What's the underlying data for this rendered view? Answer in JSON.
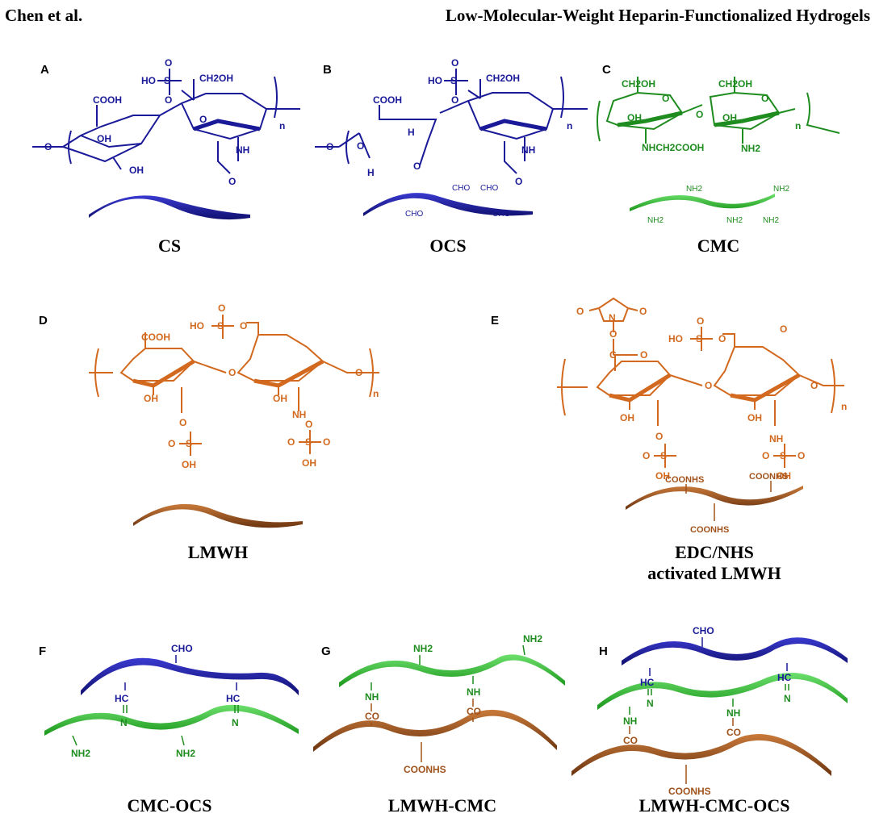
{
  "header": {
    "left": "Chen et al.",
    "right": "Low-Molecular-Weight Heparin-Functionalized Hydrogels"
  },
  "colors": {
    "blue": "#1a1a99",
    "green": "#1e8c1e",
    "lightgreen": "#3cc43c",
    "orange": "#d2691e",
    "brown": "#a0521b"
  },
  "panels": {
    "A": {
      "label": "A",
      "caption": "CS",
      "groups": [
        "COOH",
        "HO",
        "S",
        "O",
        "O",
        "CH2OH",
        "OH",
        "OH",
        "O",
        "NH",
        "O",
        "n",
        "O"
      ]
    },
    "B": {
      "label": "B",
      "caption": "OCS",
      "ribbon_groups": [
        "CHO",
        "CHO",
        "CHO",
        "CHO"
      ],
      "groups": [
        "COOH",
        "HO",
        "S",
        "O",
        "O",
        "CH2OH",
        "H",
        "O",
        "H",
        "O",
        "NH",
        "O",
        "n",
        "O"
      ]
    },
    "C": {
      "label": "C",
      "caption": "CMC",
      "ribbon_groups": [
        "NH2",
        "NH2",
        "NH2",
        "NH2",
        "NH2"
      ],
      "groups": [
        "CH2OH",
        "CH2OH",
        "OH",
        "OH",
        "NHCH2COOH",
        "NH2",
        "O",
        "O",
        "O",
        "n"
      ]
    },
    "D": {
      "label": "D",
      "caption": "LMWH",
      "groups": [
        "COOH",
        "HO",
        "S",
        "O",
        "O",
        "OH",
        "O",
        "O",
        "S",
        "O",
        "OH",
        "OH",
        "NH",
        "O",
        "S",
        "O",
        "OH",
        "O",
        "O",
        "n"
      ]
    },
    "E": {
      "label": "E",
      "caption_line1": "EDC/NHS",
      "caption_line2": "activated LMWH",
      "ribbon_groups": [
        "COONHS",
        "COONHS",
        "COONHS"
      ],
      "groups": [
        "O",
        "N",
        "O",
        "O",
        "C",
        "O",
        "HO",
        "S",
        "O",
        "O",
        "OH",
        "O",
        "O",
        "S",
        "O",
        "OH",
        "OH",
        "NH",
        "O",
        "S",
        "O",
        "OH",
        "O",
        "O",
        "n"
      ]
    },
    "F": {
      "label": "F",
      "caption": "CMC-OCS",
      "groups": [
        "CHO",
        "HC",
        "N",
        "HC",
        "N",
        "NH2",
        "NH2"
      ]
    },
    "G": {
      "label": "G",
      "caption": "LMWH-CMC",
      "groups": [
        "NH2",
        "NH2",
        "NH",
        "CO",
        "NH",
        "CO",
        "COONHS"
      ]
    },
    "H": {
      "label": "H",
      "caption": "LMWH-CMC-OCS",
      "groups": [
        "CHO",
        "HC",
        "N",
        "HC",
        "N",
        "NH",
        "CO",
        "NH",
        "CO",
        "COONHS"
      ]
    }
  }
}
